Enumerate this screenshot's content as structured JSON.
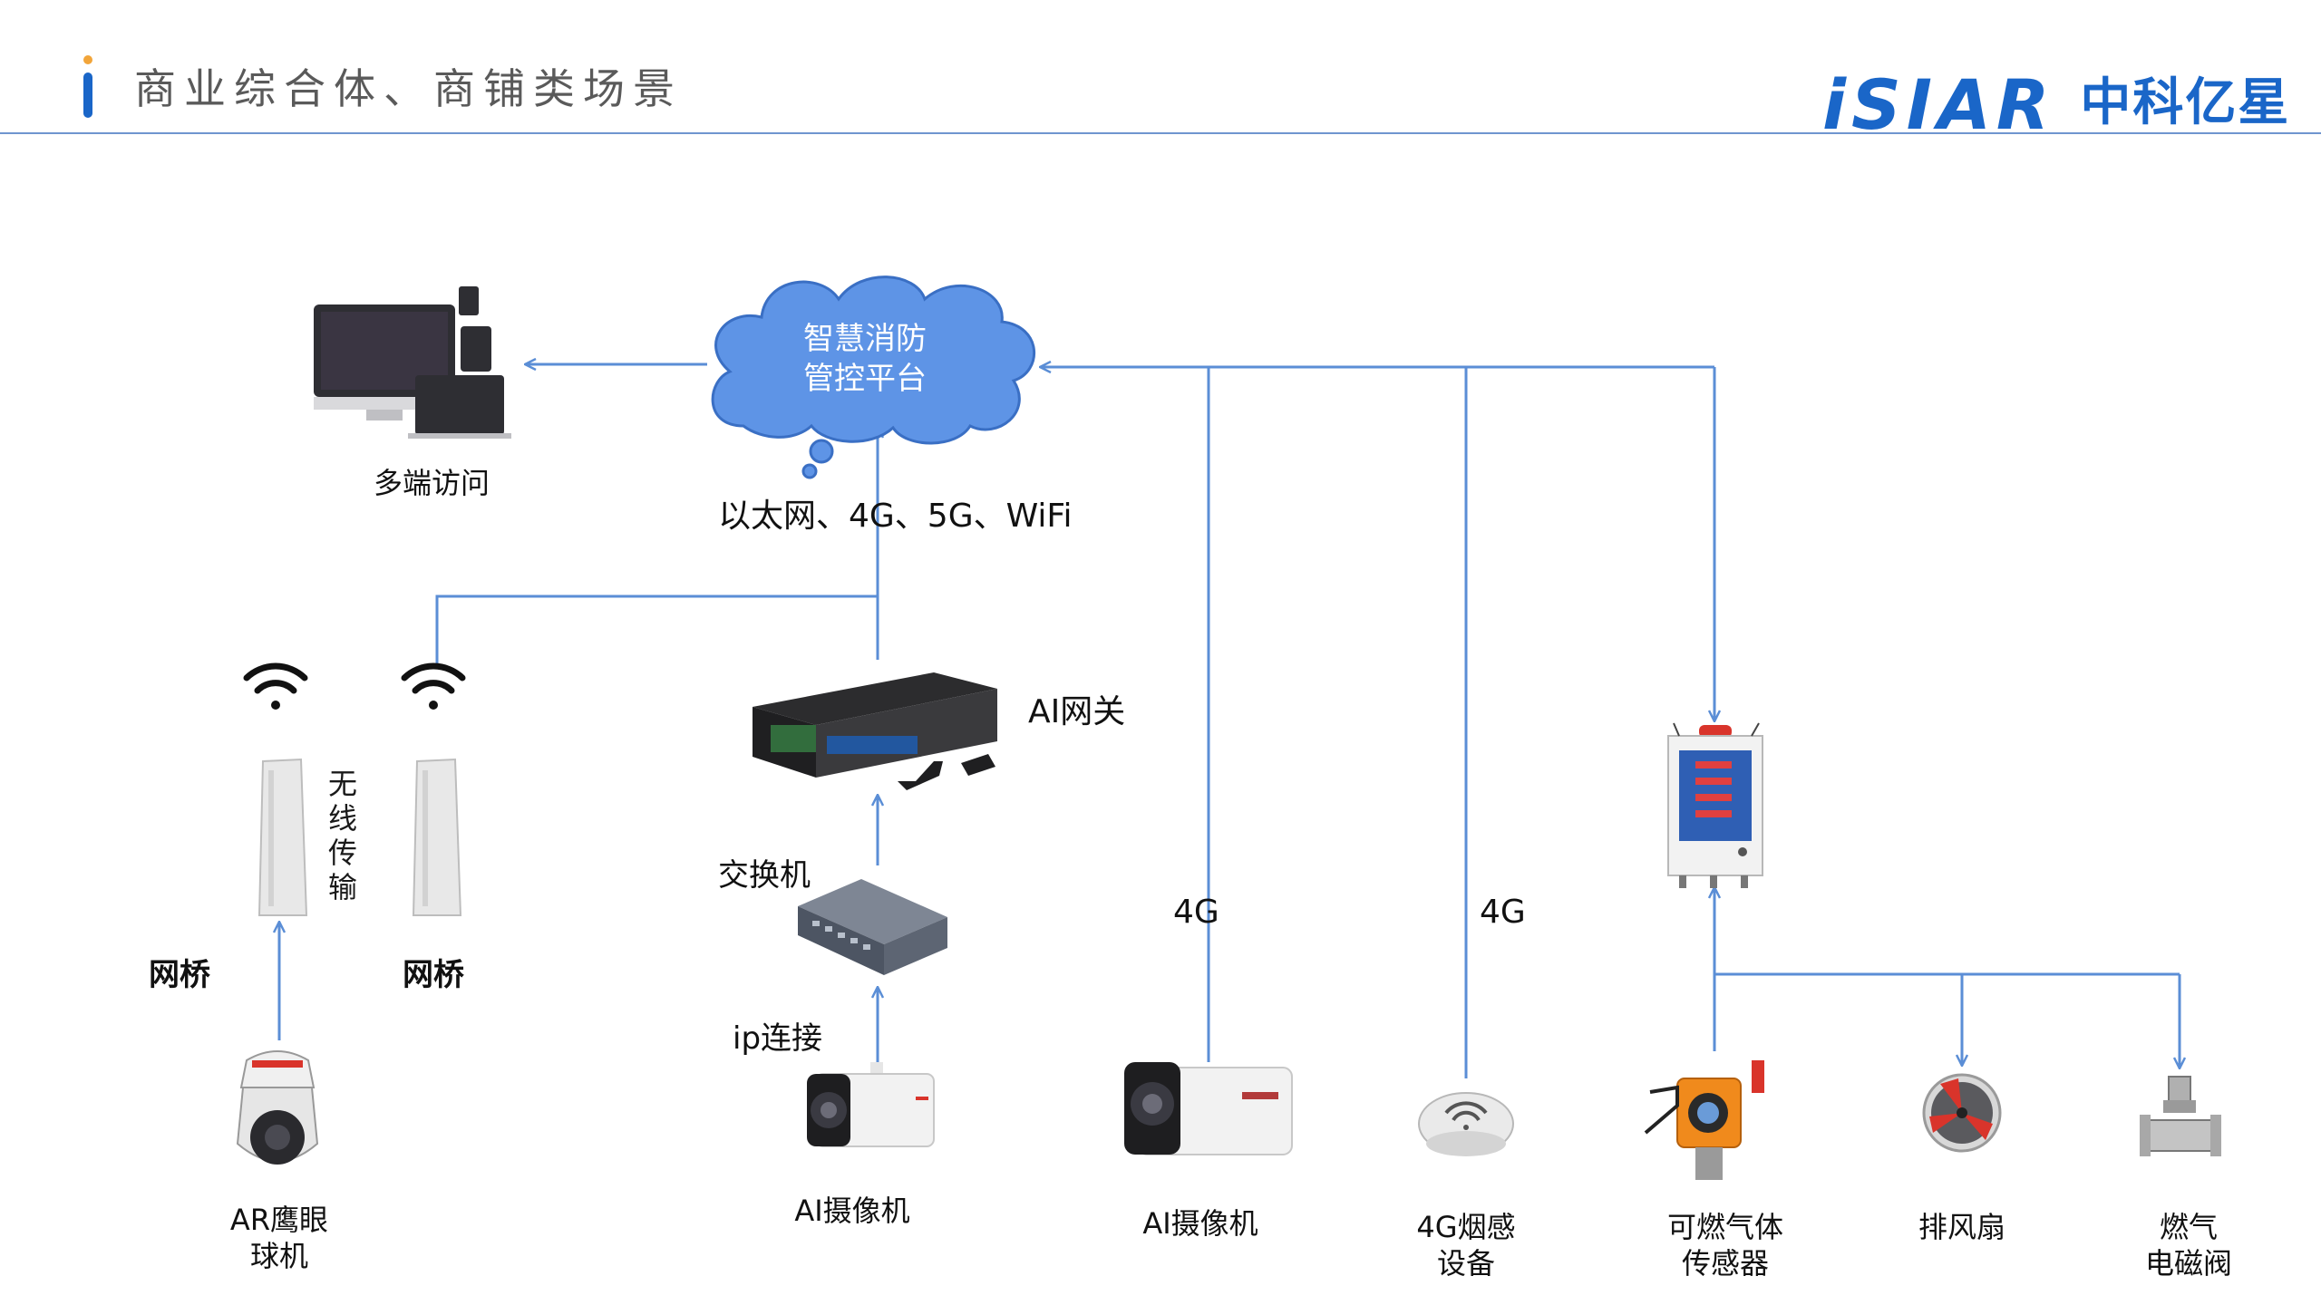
{
  "header": {
    "title": "商业综合体、商铺类场景",
    "brand_en": "iSIAR",
    "brand_cn": "中科亿星"
  },
  "cloud": {
    "label": "智慧消防\n管控平台"
  },
  "access": {
    "label": "多端访问"
  },
  "network": {
    "label": "以太网、4G、5G、WiFi"
  },
  "gateway": {
    "label": "AI网关"
  },
  "switch": {
    "label": "交换机"
  },
  "ip_link": {
    "label": "ip连接"
  },
  "wireless": {
    "label": "无线传输"
  },
  "bridge_left": {
    "label": "网桥"
  },
  "bridge_right": {
    "label": "网桥"
  },
  "devices": {
    "ar_dome": "AR鹰眼\n球机",
    "ai_camera_1": "AI摄像机",
    "ai_camera_2": "AI摄像机",
    "smoke": "4G烟感\n设备",
    "gas_sensor": "可燃气体\n传感器",
    "fan": "排风扇",
    "valve": "燃气\n电磁阀"
  },
  "link_labels": {
    "camera_4g": "4G",
    "smoke_4g": "4G"
  },
  "colors": {
    "line": "#5b8ed6",
    "cloud_fill": "#5e94e6",
    "cloud_stroke": "#3a6fc4",
    "brand": "#1a66c8",
    "accent_orange": "#f2a53a"
  },
  "icons": [
    "wifi-icon",
    "computer-icon",
    "camera-icon",
    "dome-camera-icon",
    "gateway-icon",
    "switch-icon",
    "smoke-detector-icon",
    "gas-sensor-icon",
    "fan-icon",
    "valve-icon",
    "control-panel-icon"
  ]
}
